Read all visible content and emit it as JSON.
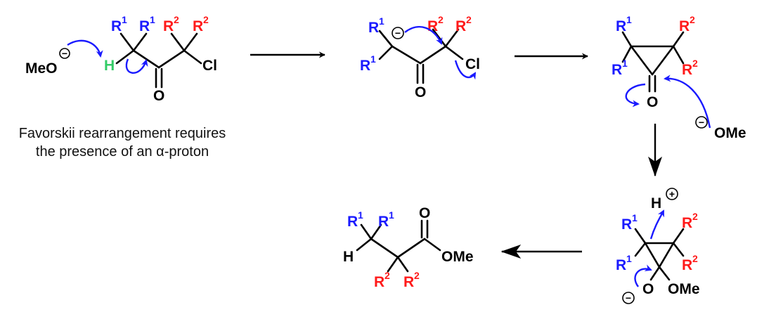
{
  "labels": {
    "r1": "R",
    "r1_sup": "1",
    "r2": "R",
    "r2_sup": "2",
    "h": "H",
    "cl": "Cl",
    "o": "O",
    "meo": "MeO",
    "ome": "OMe",
    "minus": "−",
    "plus": "+"
  },
  "caption": {
    "line1": "Favorskii rearrangement requires",
    "line2": "the presence of an α-proton"
  },
  "colors": {
    "r1": "#1a1aff",
    "r2": "#ff1a1a",
    "alpha_h": "#33cc66",
    "arrow_push": "#1a1aff",
    "atom": "#000000"
  }
}
